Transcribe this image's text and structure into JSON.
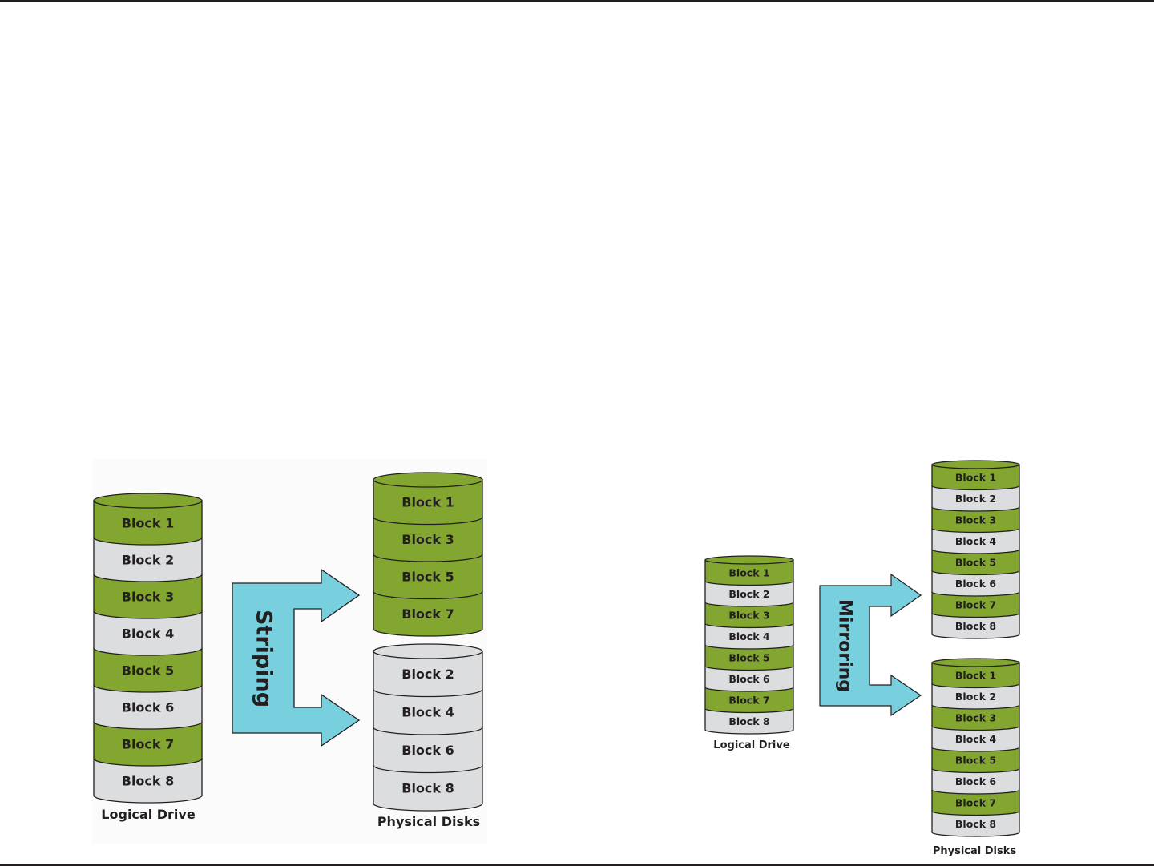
{
  "colors": {
    "green_block": "#82a630",
    "gray_block": "#dcdddf",
    "arrow_fill": "#78d0de",
    "outline": "#231f20"
  },
  "striping": {
    "arrow_label": "Striping",
    "logical_drive": {
      "caption": "Logical Drive",
      "blocks": [
        {
          "label": "Block 1",
          "color": "green"
        },
        {
          "label": "Block 2",
          "color": "gray"
        },
        {
          "label": "Block 3",
          "color": "green"
        },
        {
          "label": "Block 4",
          "color": "gray"
        },
        {
          "label": "Block 5",
          "color": "green"
        },
        {
          "label": "Block 6",
          "color": "gray"
        },
        {
          "label": "Block 7",
          "color": "green"
        },
        {
          "label": "Block 8",
          "color": "gray"
        }
      ]
    },
    "physical_disks_caption": "Physical Disks",
    "physical_disks": [
      {
        "blocks": [
          {
            "label": "Block 1",
            "color": "green"
          },
          {
            "label": "Block 3",
            "color": "green"
          },
          {
            "label": "Block 5",
            "color": "green"
          },
          {
            "label": "Block 7",
            "color": "green"
          }
        ]
      },
      {
        "blocks": [
          {
            "label": "Block 2",
            "color": "gray"
          },
          {
            "label": "Block 4",
            "color": "gray"
          },
          {
            "label": "Block 6",
            "color": "gray"
          },
          {
            "label": "Block 8",
            "color": "gray"
          }
        ]
      }
    ]
  },
  "mirroring": {
    "arrow_label": "Mirroring",
    "logical_drive": {
      "caption": "Logical Drive",
      "blocks": [
        {
          "label": "Block 1",
          "color": "green"
        },
        {
          "label": "Block 2",
          "color": "gray"
        },
        {
          "label": "Block 3",
          "color": "green"
        },
        {
          "label": "Block 4",
          "color": "gray"
        },
        {
          "label": "Block 5",
          "color": "green"
        },
        {
          "label": "Block 6",
          "color": "gray"
        },
        {
          "label": "Block 7",
          "color": "green"
        },
        {
          "label": "Block 8",
          "color": "gray"
        }
      ]
    },
    "physical_disks_caption": "Physical Disks",
    "physical_disks": [
      {
        "blocks": [
          {
            "label": "Block 1",
            "color": "green"
          },
          {
            "label": "Block 2",
            "color": "gray"
          },
          {
            "label": "Block 3",
            "color": "green"
          },
          {
            "label": "Block 4",
            "color": "gray"
          },
          {
            "label": "Block 5",
            "color": "green"
          },
          {
            "label": "Block 6",
            "color": "gray"
          },
          {
            "label": "Block 7",
            "color": "green"
          },
          {
            "label": "Block 8",
            "color": "gray"
          }
        ]
      },
      {
        "blocks": [
          {
            "label": "Block 1",
            "color": "green"
          },
          {
            "label": "Block 2",
            "color": "gray"
          },
          {
            "label": "Block 3",
            "color": "green"
          },
          {
            "label": "Block 4",
            "color": "gray"
          },
          {
            "label": "Block 5",
            "color": "green"
          },
          {
            "label": "Block 6",
            "color": "gray"
          },
          {
            "label": "Block 7",
            "color": "green"
          },
          {
            "label": "Block 8",
            "color": "gray"
          }
        ]
      }
    ]
  }
}
